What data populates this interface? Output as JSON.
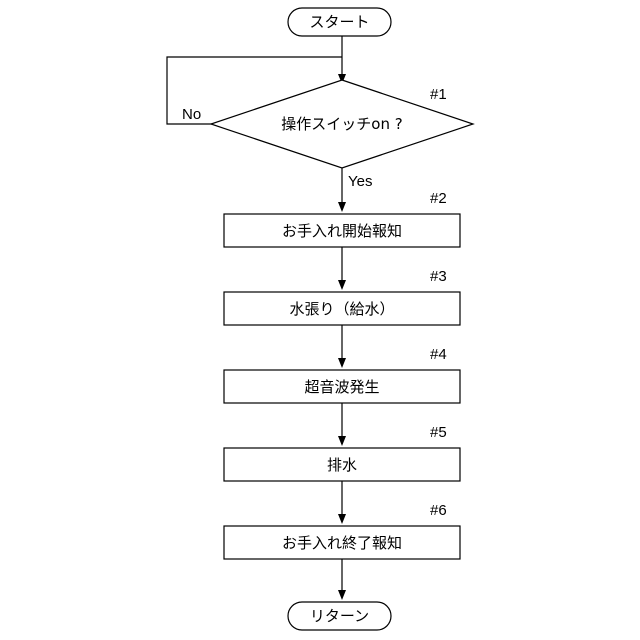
{
  "start": {
    "label": "スタート"
  },
  "decision": {
    "step": "#1",
    "label": "操作スイッチon ?",
    "no_label": "No",
    "yes_label": "Yes"
  },
  "process": [
    {
      "step": "#2",
      "label": "お手入れ開始報知"
    },
    {
      "step": "#3",
      "label": "水張り（給水）"
    },
    {
      "step": "#4",
      "label": "超音波発生"
    },
    {
      "step": "#5",
      "label": "排水"
    },
    {
      "step": "#6",
      "label": "お手入れ終了報知"
    }
  ],
  "end": {
    "label": "リターン"
  }
}
